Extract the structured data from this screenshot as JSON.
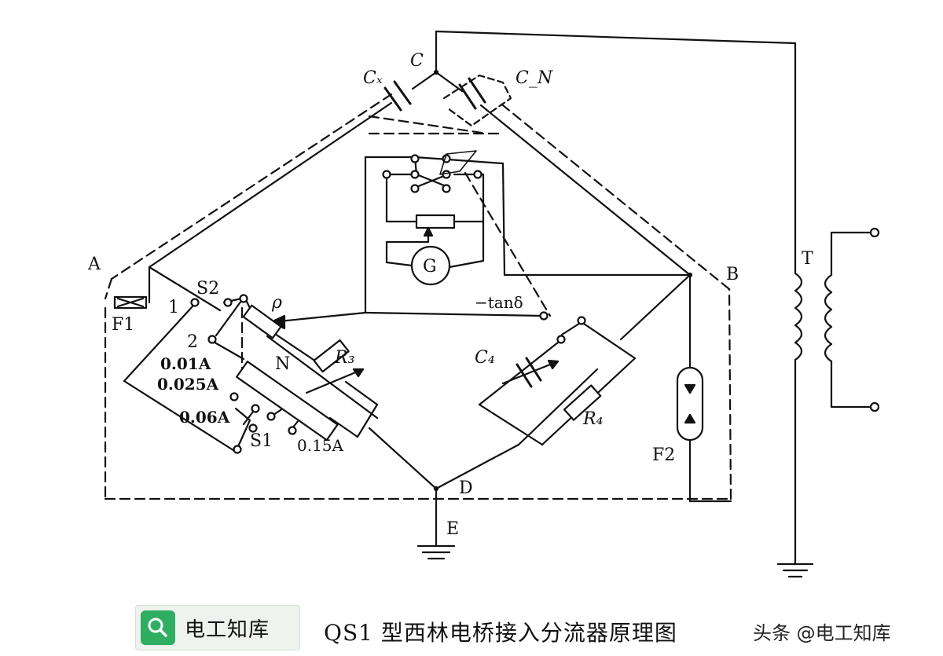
{
  "caption": "QS1 型西林电桥接入分流器原理图",
  "badge": {
    "text": "电工知库",
    "icon": "search-icon",
    "color": "#2fae62"
  },
  "watermark": "头条 @电工知库",
  "labels": {
    "node_a": "A",
    "node_b": "B",
    "node_c": "C",
    "node_d": "D",
    "node_e": "E",
    "cx": "Cₓ",
    "cn": "C_N",
    "t": "T",
    "f1": "F1",
    "f2": "F2",
    "s1": "S1",
    "s2": "S2",
    "pos1": "1",
    "pos2": "2",
    "rho": "ρ",
    "n": "N",
    "r3": "R₃",
    "r4": "R₄",
    "c4": "C₄",
    "g": "G",
    "tan": "−tanδ",
    "a001": "0.01A",
    "a0025": "0.025A",
    "a006": "0.06A",
    "a015": "0.15A"
  }
}
